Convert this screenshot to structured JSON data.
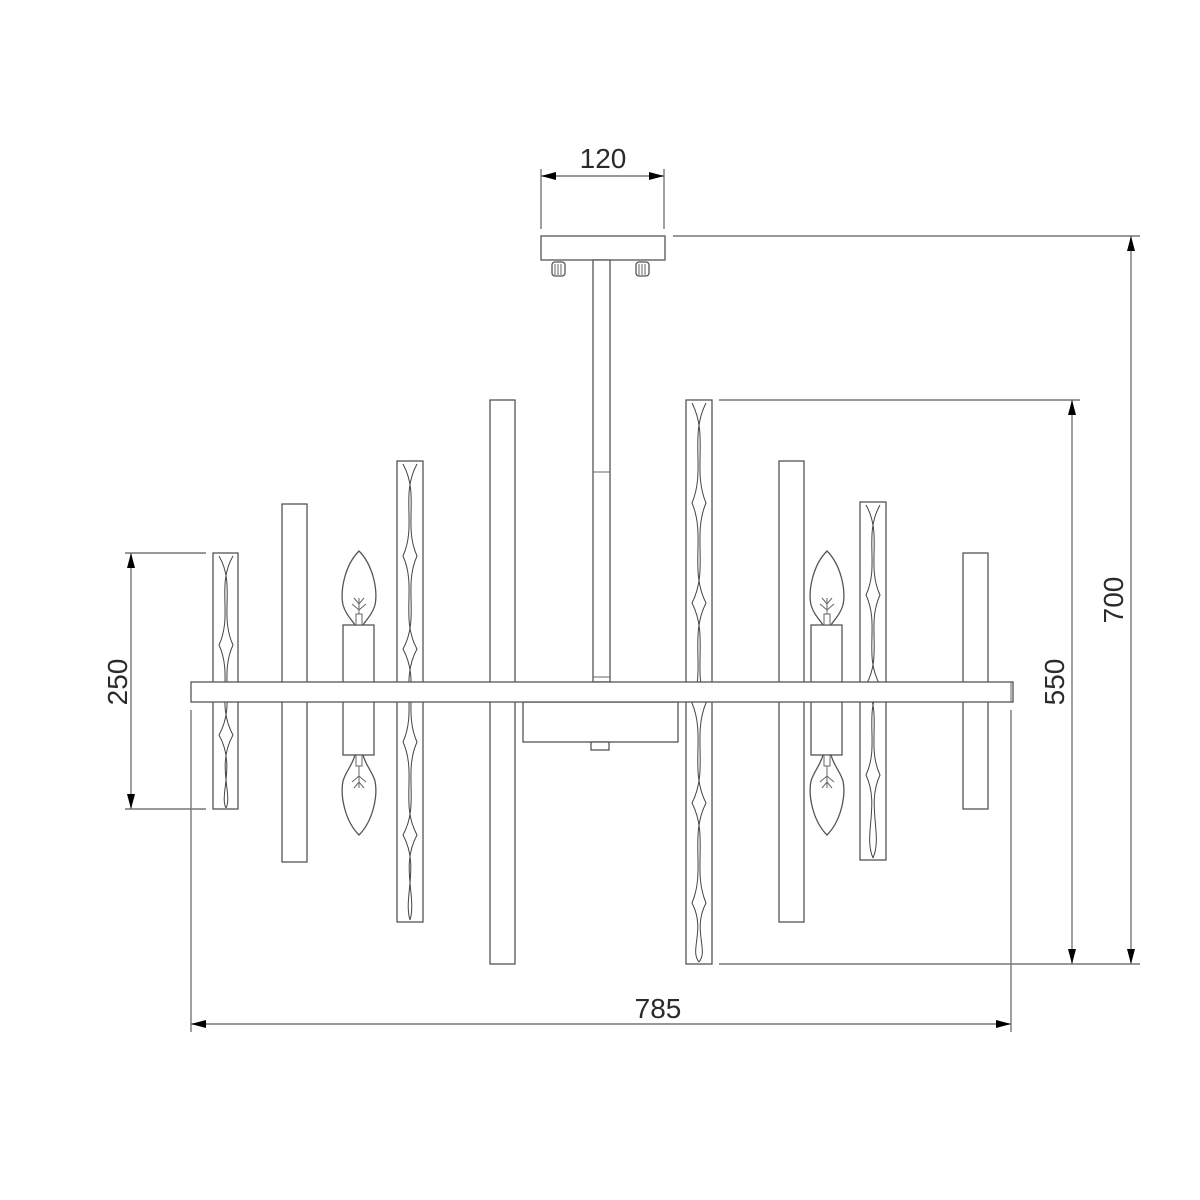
{
  "drawing": {
    "title": "Chandelier dimension drawing",
    "units": "mm",
    "dimensions": {
      "canopy_width": "120",
      "total_height": "700",
      "body_height": "550",
      "shade_height": "250",
      "total_width": "785"
    },
    "components": {
      "canopy": "ceiling-canopy",
      "rod": "suspension-rod",
      "frame": "horizontal-frame-bar",
      "bulbs": 4,
      "twisted_crystal_rods": 4,
      "plain_rods": 4
    }
  }
}
